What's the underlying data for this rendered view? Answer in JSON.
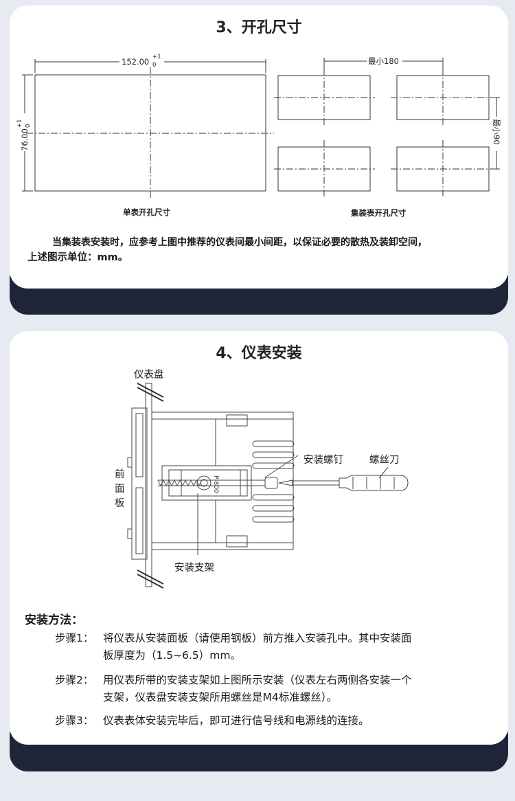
{
  "section3": {
    "title": "3、开孔尺寸",
    "width_dim": "152.00",
    "tol_plus": "+1",
    "tol_zero": "0",
    "height_dim": "76.00",
    "min_h": "最小180",
    "min_v": "最小90",
    "single_caption": "单表开孔尺寸",
    "multi_caption": "集装表开孔尺寸",
    "note_line1": "当集装表安装时，应参考上图中推荐的仪表间最小间距，以保证必要的散热及装卸空间，",
    "note_line2": "上述图示单位：mm。"
  },
  "section4": {
    "title": "4、仪表安装",
    "labels": {
      "panel": "仪表盘",
      "front_1": "前",
      "front_2": "面",
      "front_3": "板",
      "screw": "安装螺钉",
      "driver": "螺丝刀",
      "bracket": "安装支架"
    },
    "method_title": "安装方法：",
    "steps": [
      {
        "label": "步骤1：",
        "lines": [
          "将仪表从安装面板（请使用钢板）前方推入安装孔中。其中安装面",
          "板厚度为（1.5~6.5）mm。"
        ]
      },
      {
        "label": "步骤2：",
        "lines": [
          "用仪表所带的安装支架如上图所示安装（仪表左右两侧各安装一个",
          "支架，仪表盘安装支架所用螺丝是M4标准螺丝）。"
        ]
      },
      {
        "label": "步骤3：",
        "lines": [
          "仪表表体安装完毕后，即可进行信号线和电源线的连接。"
        ]
      }
    ]
  }
}
